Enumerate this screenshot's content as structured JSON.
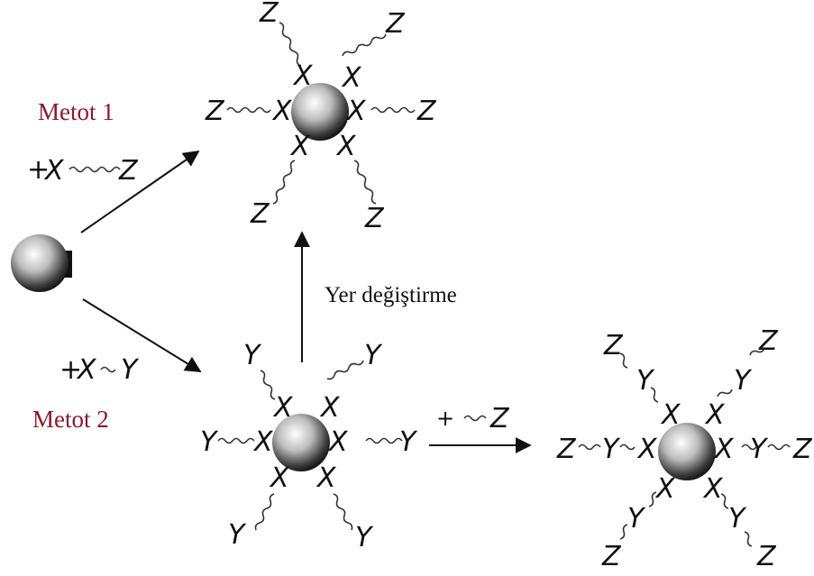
{
  "colors": {
    "method_label": "#8b1a2b",
    "ink": "#111111"
  },
  "method1": {
    "label": "Metot 1",
    "reagent_x": "X",
    "reagent_z": "Z"
  },
  "method2": {
    "label": "Metot 2",
    "reagent_x": "X",
    "reagent_y": "Y"
  },
  "exchange": {
    "label": "Yer değiştirme"
  },
  "step2": {
    "plus": "+",
    "reagent_z": "Z"
  },
  "labels": {
    "x": "X",
    "y": "Y",
    "z": "Z",
    "plus": "+"
  }
}
